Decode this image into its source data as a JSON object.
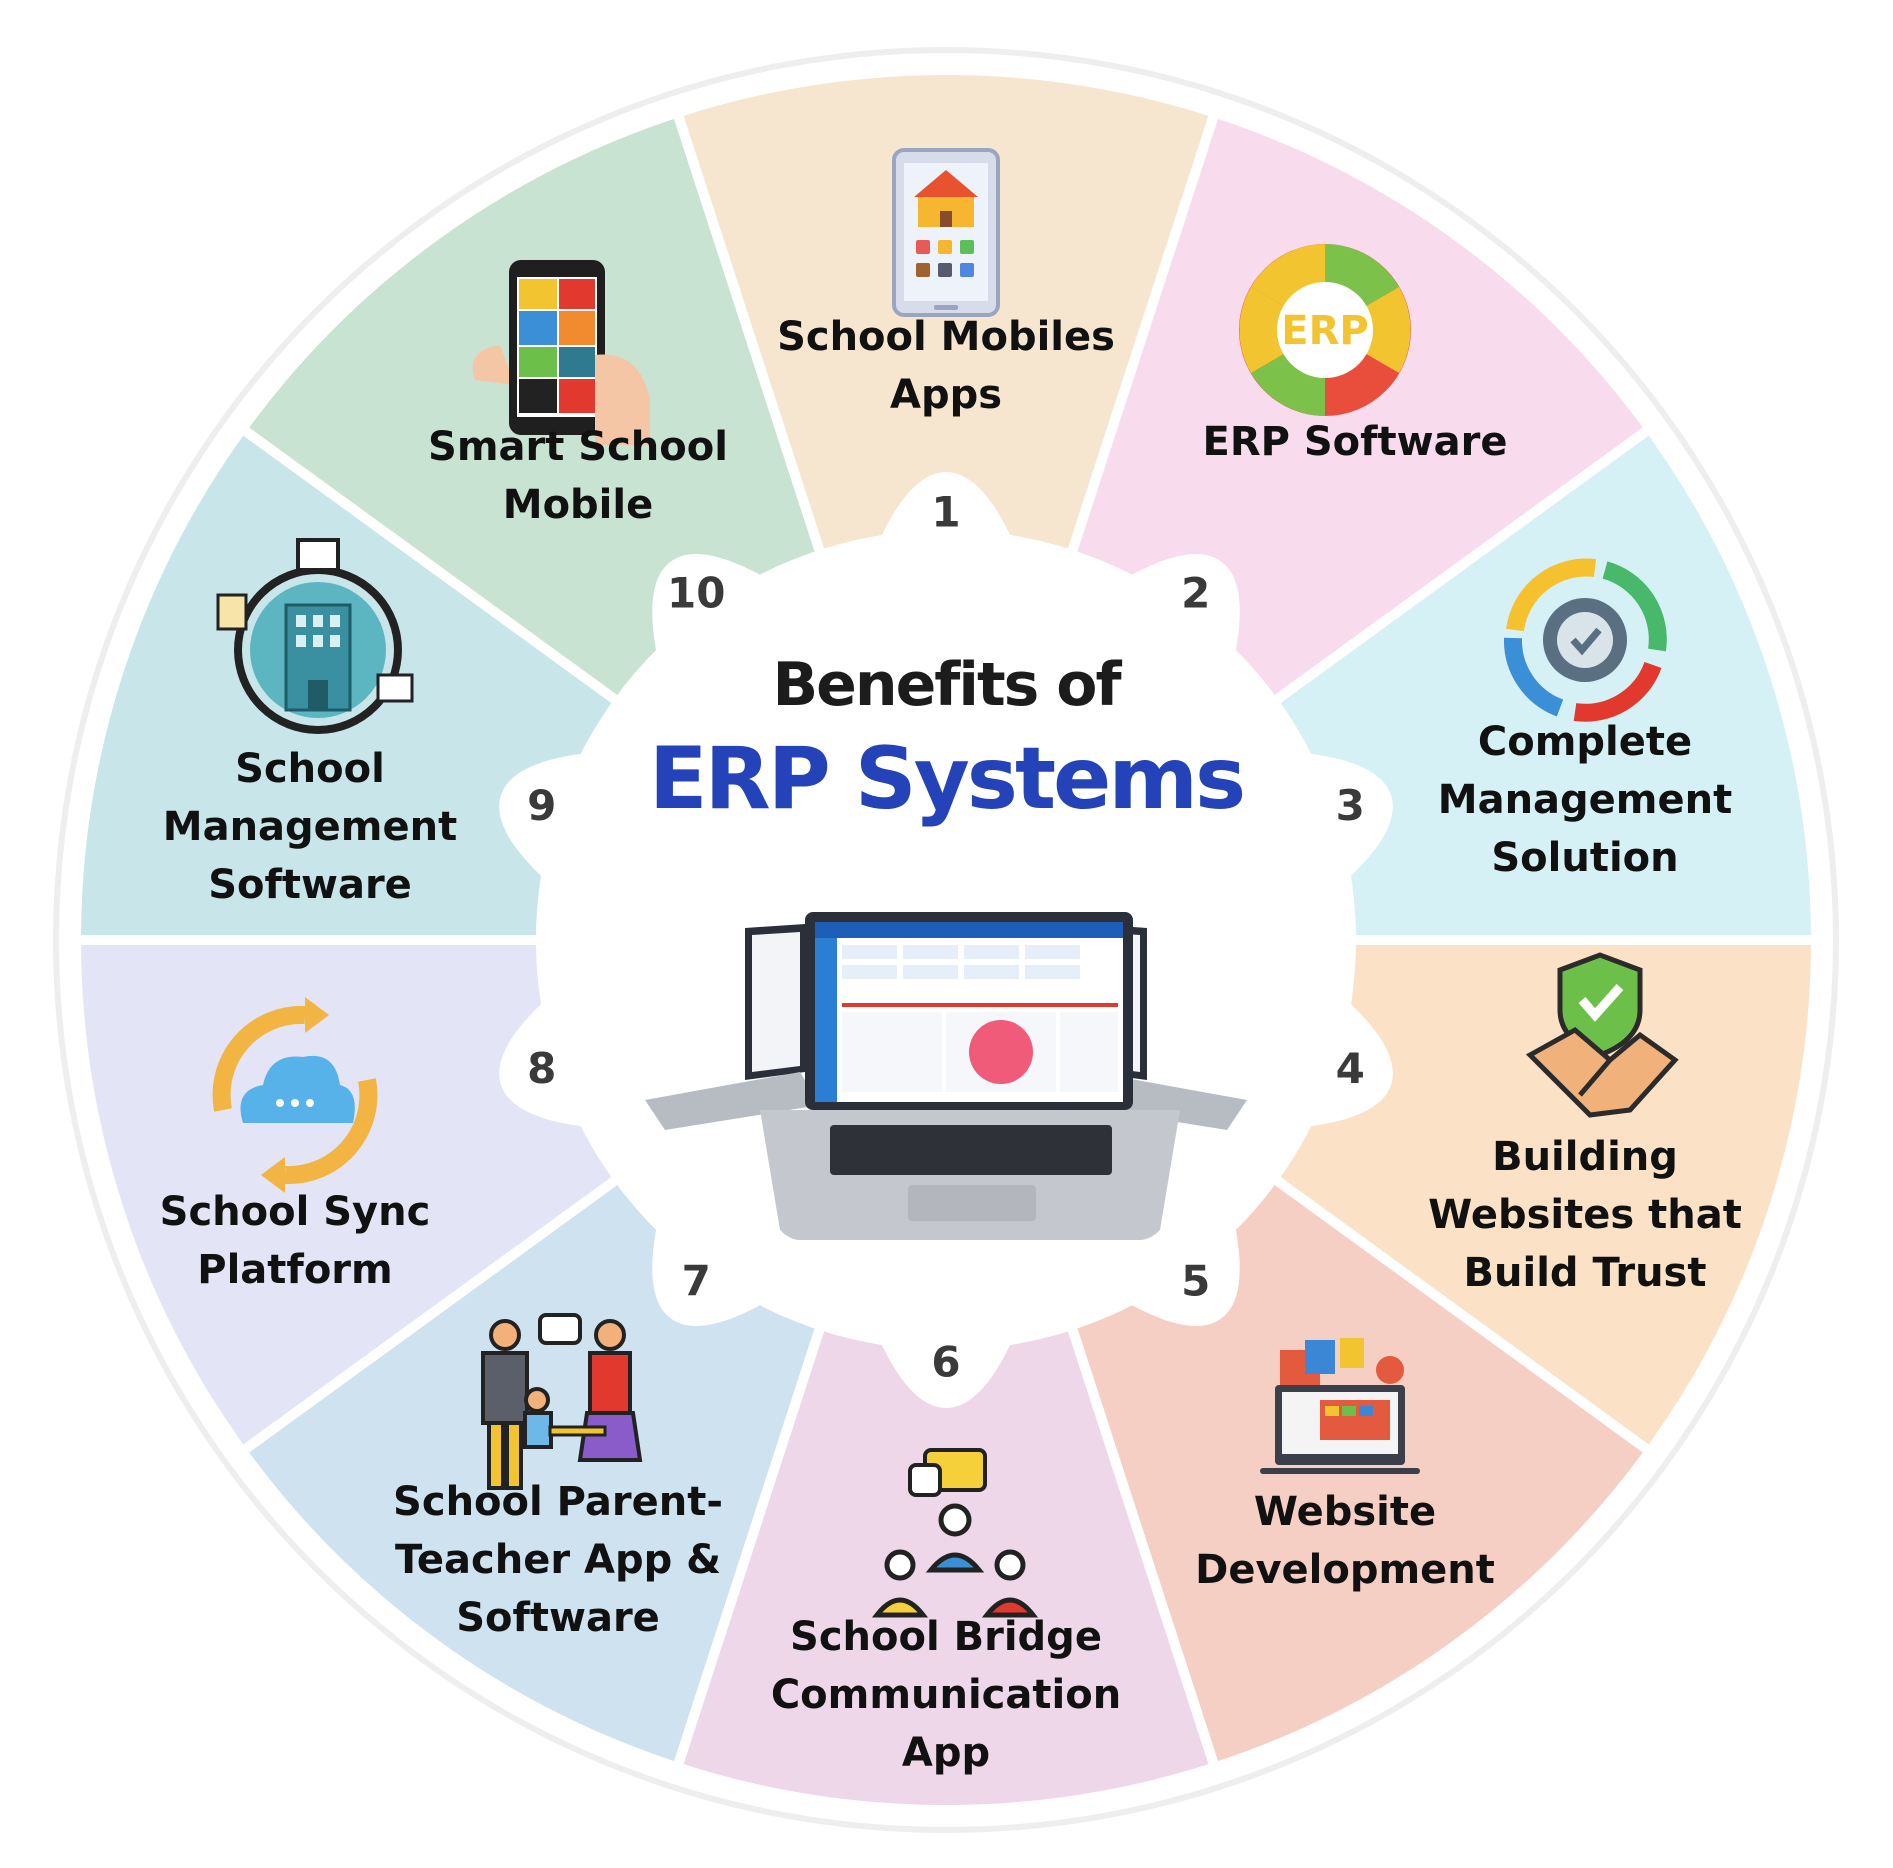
{
  "title": {
    "line1": "Benefits of",
    "line2": "ERP Systems"
  },
  "colors": {
    "title_blue": "#2443b8",
    "segments": [
      "#f7e6cf",
      "#f8dcee",
      "#d5f1f5",
      "#fbe2c6",
      "#f6cfc4",
      "#eed7e9",
      "#cfe2ef",
      "#e3e5f6",
      "#c8e6ea",
      "#c9e3d2"
    ]
  },
  "segments": [
    {
      "number": "1",
      "lines": [
        "School Mobiles",
        "Apps"
      ],
      "icon": "school-app-phone-icon"
    },
    {
      "number": "2",
      "lines": [
        "ERP Software"
      ],
      "icon": "erp-wheel-icon"
    },
    {
      "number": "3",
      "lines": [
        "Complete",
        "Management",
        "Solution"
      ],
      "icon": "gear-cycle-icon"
    },
    {
      "number": "4",
      "lines": [
        "Building",
        "Websites that",
        "Build Trust"
      ],
      "icon": "handshake-shield-icon"
    },
    {
      "number": "5",
      "lines": [
        "Website",
        "Development"
      ],
      "icon": "web-dev-monitor-icon"
    },
    {
      "number": "6",
      "lines": [
        "School Bridge",
        "Communication",
        "App"
      ],
      "icon": "team-chat-icon"
    },
    {
      "number": "7",
      "lines": [
        "School Parent-",
        "Teacher App &",
        "Software"
      ],
      "icon": "parent-teacher-icon"
    },
    {
      "number": "8",
      "lines": [
        "School Sync",
        "Platform"
      ],
      "icon": "cloud-sync-icon"
    },
    {
      "number": "9",
      "lines": [
        "School",
        "Management",
        "Software"
      ],
      "icon": "school-building-icon"
    },
    {
      "number": "10",
      "lines": [
        "Smart School",
        "Mobile"
      ],
      "icon": "smartphone-hand-icon"
    }
  ]
}
